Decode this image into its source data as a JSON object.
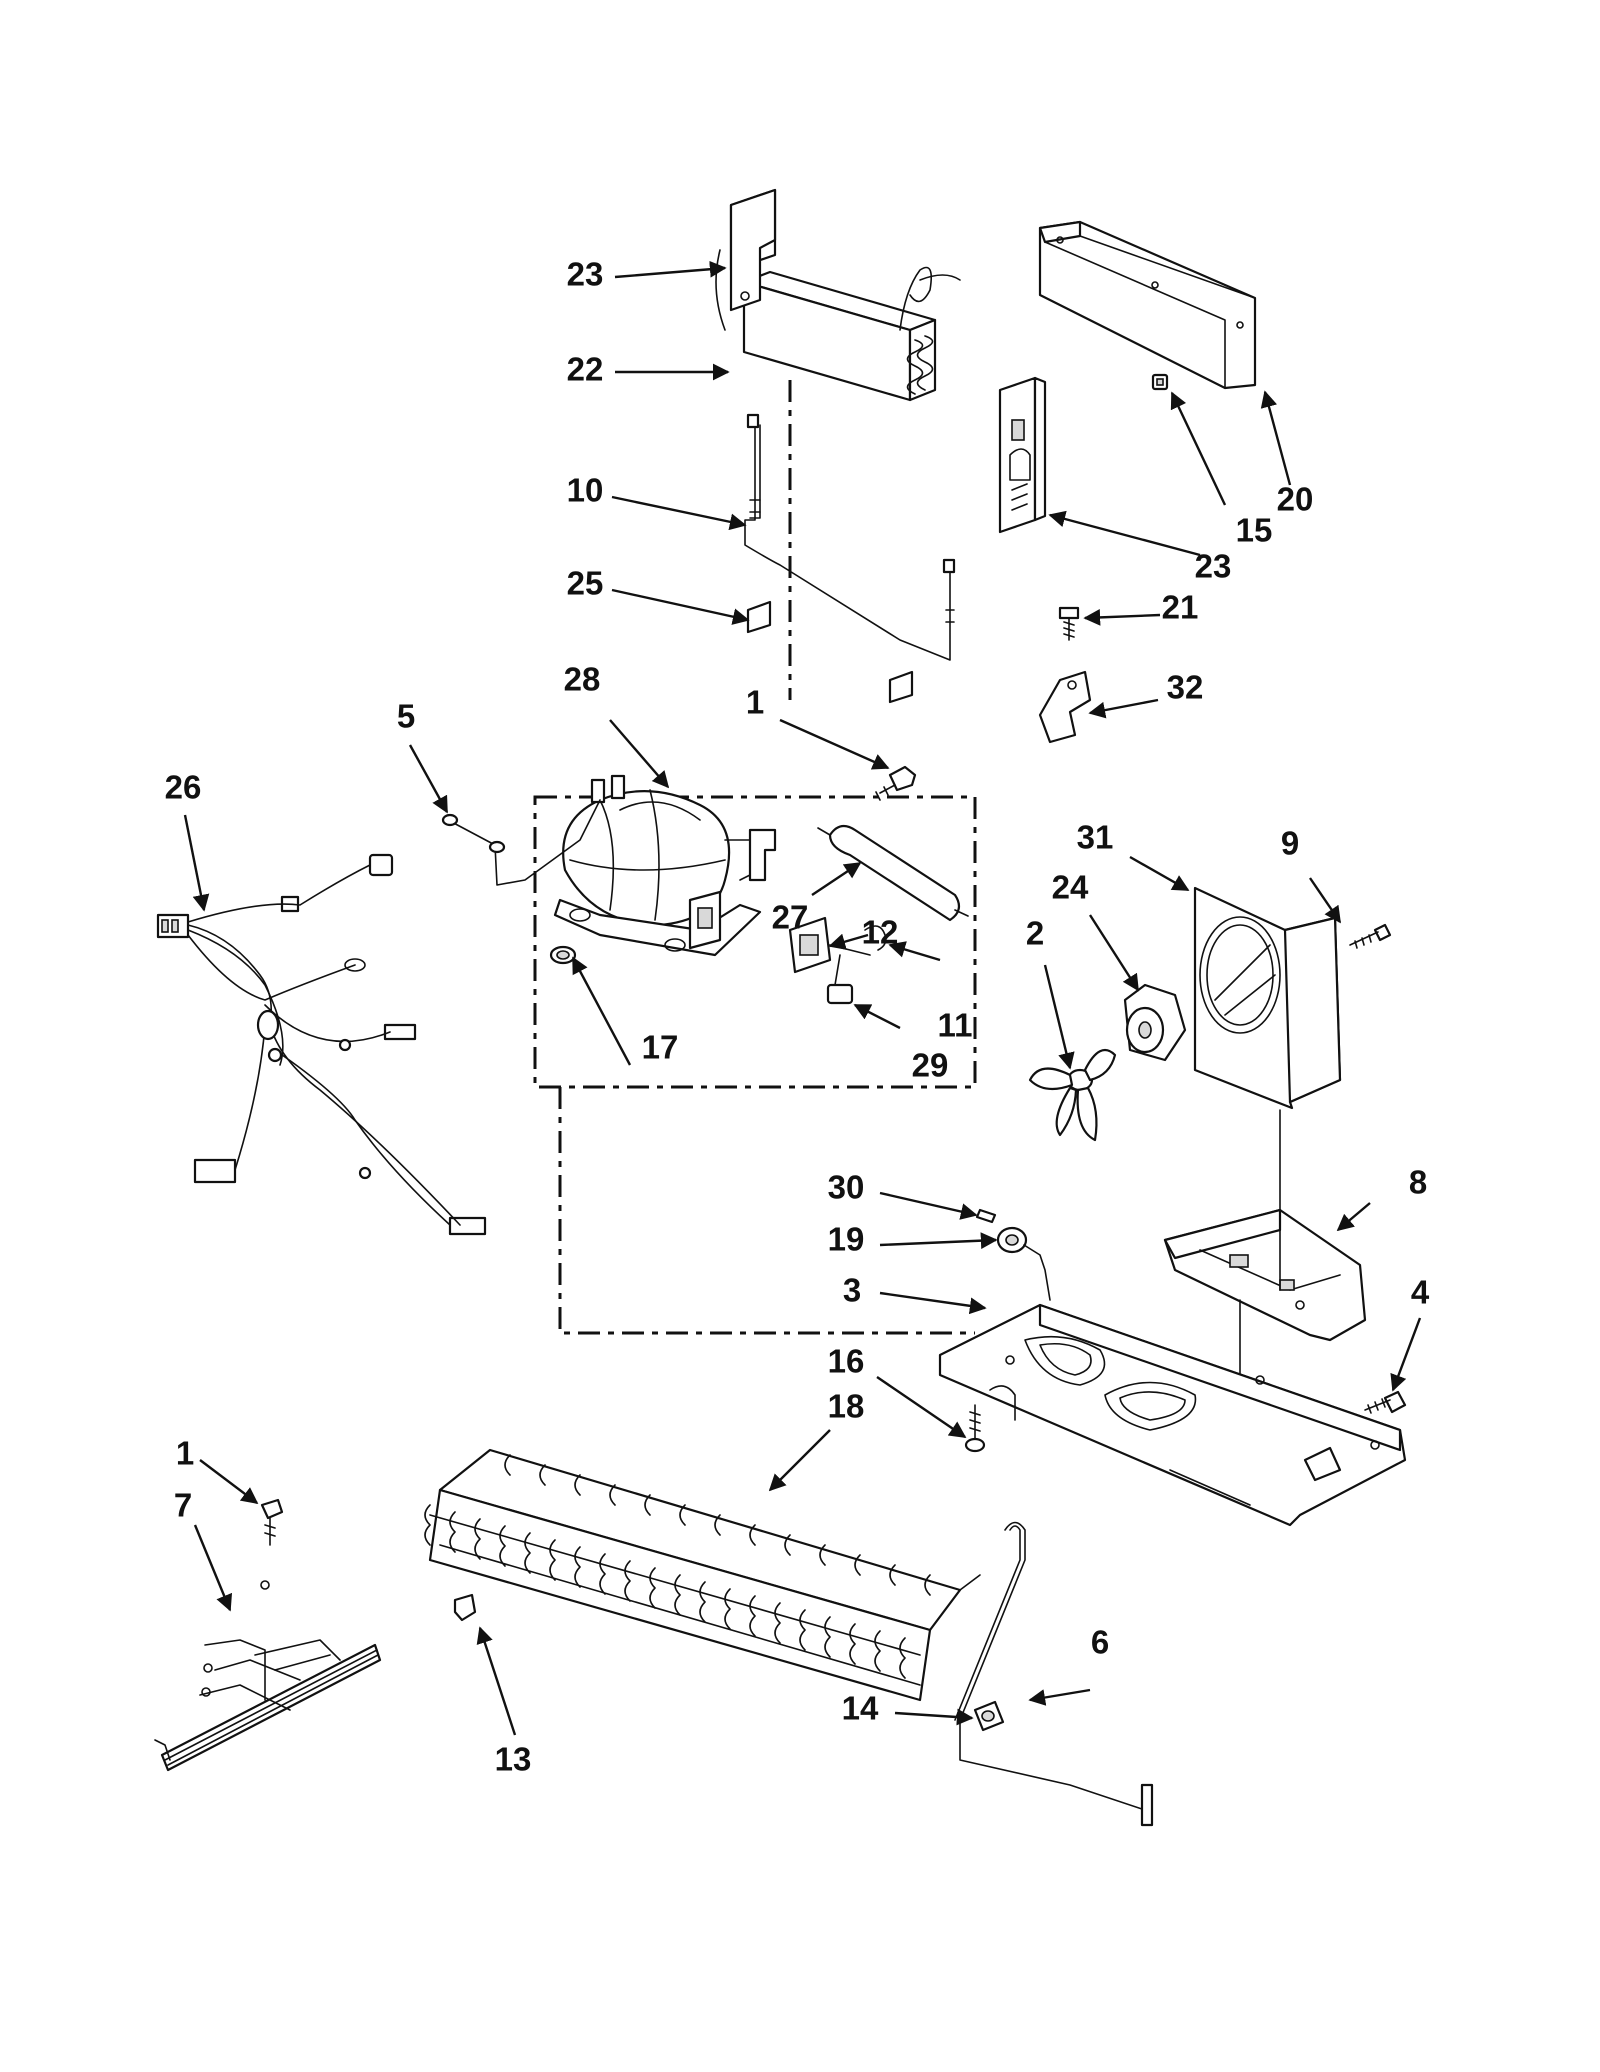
{
  "callouts": [
    {
      "id": "c23a",
      "label": "23"
    },
    {
      "id": "c22",
      "label": "22"
    },
    {
      "id": "c10",
      "label": "10"
    },
    {
      "id": "c25",
      "label": "25"
    },
    {
      "id": "c28",
      "label": "28"
    },
    {
      "id": "c1a",
      "label": "1"
    },
    {
      "id": "c5",
      "label": "5"
    },
    {
      "id": "c26",
      "label": "26"
    },
    {
      "id": "c27",
      "label": "27"
    },
    {
      "id": "c12",
      "label": "12"
    },
    {
      "id": "c17",
      "label": "17"
    },
    {
      "id": "c11",
      "label": "11"
    },
    {
      "id": "c29",
      "label": "29"
    },
    {
      "id": "c20",
      "label": "20"
    },
    {
      "id": "c15",
      "label": "15"
    },
    {
      "id": "c23b",
      "label": "23"
    },
    {
      "id": "c21",
      "label": "21"
    },
    {
      "id": "c32",
      "label": "32"
    },
    {
      "id": "c31",
      "label": "31"
    },
    {
      "id": "c9",
      "label": "9"
    },
    {
      "id": "c24",
      "label": "24"
    },
    {
      "id": "c2",
      "label": "2"
    },
    {
      "id": "c8",
      "label": "8"
    },
    {
      "id": "c30",
      "label": "30"
    },
    {
      "id": "c19",
      "label": "19"
    },
    {
      "id": "c3",
      "label": "3"
    },
    {
      "id": "c4",
      "label": "4"
    },
    {
      "id": "c16",
      "label": "16"
    },
    {
      "id": "c18",
      "label": "18"
    },
    {
      "id": "c1b",
      "label": "1"
    },
    {
      "id": "c7",
      "label": "7"
    },
    {
      "id": "c13",
      "label": "13"
    },
    {
      "id": "c6",
      "label": "6"
    },
    {
      "id": "c14",
      "label": "14"
    }
  ]
}
